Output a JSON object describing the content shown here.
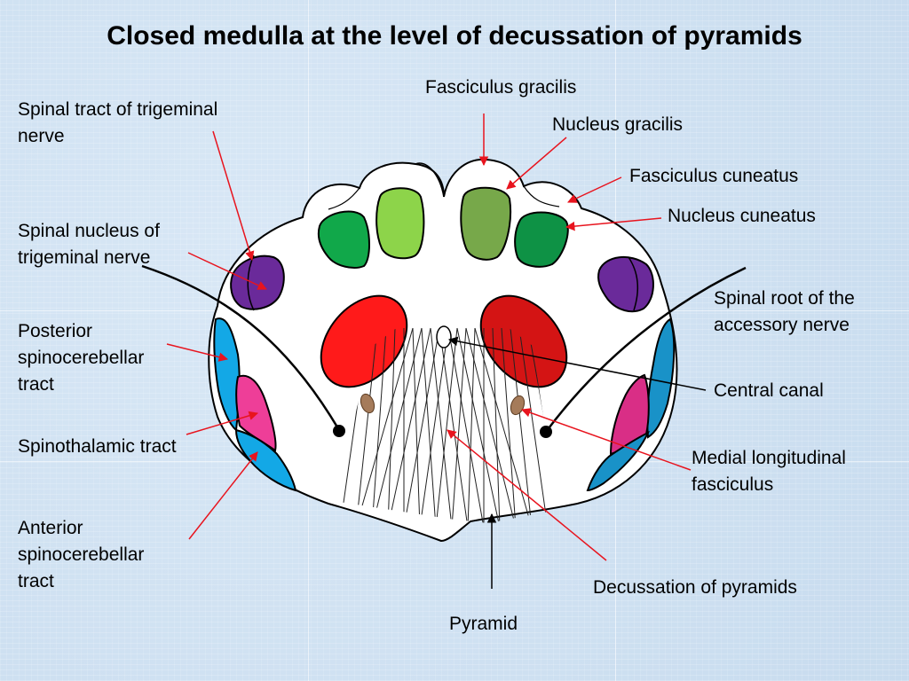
{
  "title": "Closed medulla at the level of decussation of pyramids",
  "labels": {
    "fasciculus_gracilis": "Fasciculus gracilis",
    "nucleus_gracilis": "Nucleus gracilis",
    "fasciculus_cuneatus": "Fasciculus cuneatus",
    "nucleus_cuneatus": "Nucleus cuneatus",
    "spinal_tract_trigeminal": "Spinal tract of trigeminal\nnerve",
    "spinal_nucleus_trigeminal": "Spinal nucleus of\ntrigeminal nerve",
    "posterior_spinocerebellar": "Posterior\nspinocerebellar\ntract",
    "spinothalamic": "Spinothalamic tract",
    "anterior_spinocerebellar": "Anterior\nspinocerebellar\ntract",
    "spinal_root_accessory": "Spinal root of the\naccessory nerve",
    "central_canal": "Central canal",
    "medial_longitudinal": "Medial longitudinal\nfasciculus",
    "decussation": "Decussation of pyramids",
    "pyramid": "Pyramid"
  },
  "colors": {
    "pointer_arrow": "#e8141e",
    "pyramid_arrow": "#000000",
    "fasciculus_gracilis_light": "#8dd44a",
    "fasciculus_gracilis_dark": "#77a84a",
    "nucleus_green": "#11a84a",
    "nucleus_cuneatus_right": "#0e9245",
    "trigeminal_purple": "#6a2a9a",
    "corticospinal_red": "#ff1a1a",
    "corticospinal_red_right": "#d41414",
    "mlf_brown": "#a57b5a",
    "spinocerebellar_blue": "#13a8e6",
    "spinocerebellar_blue_right": "#1992c8",
    "spinothalamic_pink": "#ee3e98",
    "spinothalamic_pink_right": "#d92e86"
  }
}
